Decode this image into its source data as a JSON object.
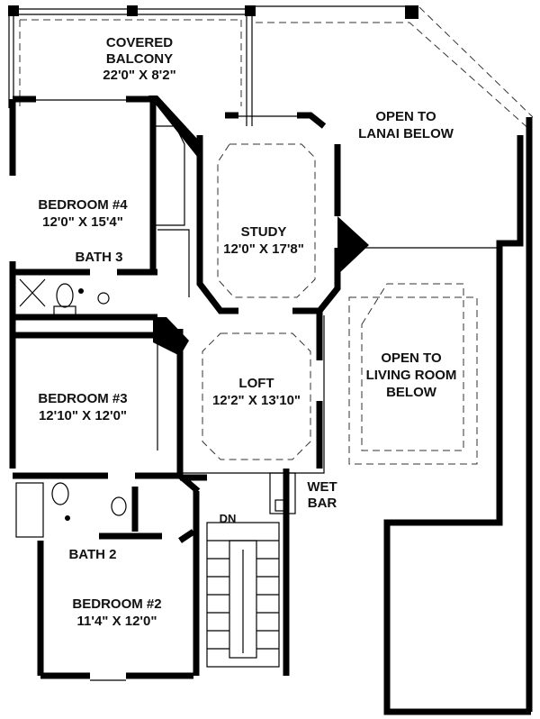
{
  "rooms": {
    "covered_balcony": {
      "name_line1": "COVERED",
      "name_line2": "BALCONY",
      "size": "22'0\" X 8'2\""
    },
    "open_lanai": {
      "line1": "OPEN TO",
      "line2": "LANAI BELOW"
    },
    "bedroom4": {
      "name": "BEDROOM #4",
      "size": "12'0\" X 15'4\""
    },
    "study": {
      "name": "STUDY",
      "size": "12'0\" X 17'8\""
    },
    "bath3": {
      "name": "BATH 3"
    },
    "open_living": {
      "line1": "OPEN TO",
      "line2": "LIVING ROOM",
      "line3": "BELOW"
    },
    "bedroom3": {
      "name": "BEDROOM #3",
      "size": "12'10\" X 12'0\""
    },
    "loft": {
      "name": "LOFT",
      "size": "12'2\" X 13'10\""
    },
    "wet_bar": {
      "line1": "WET",
      "line2": "BAR"
    },
    "stairs": {
      "label": "DN"
    },
    "bath2": {
      "name": "BATH 2"
    },
    "bedroom2": {
      "name": "BEDROOM #2",
      "size": "11'4\" X 12'0\""
    }
  }
}
